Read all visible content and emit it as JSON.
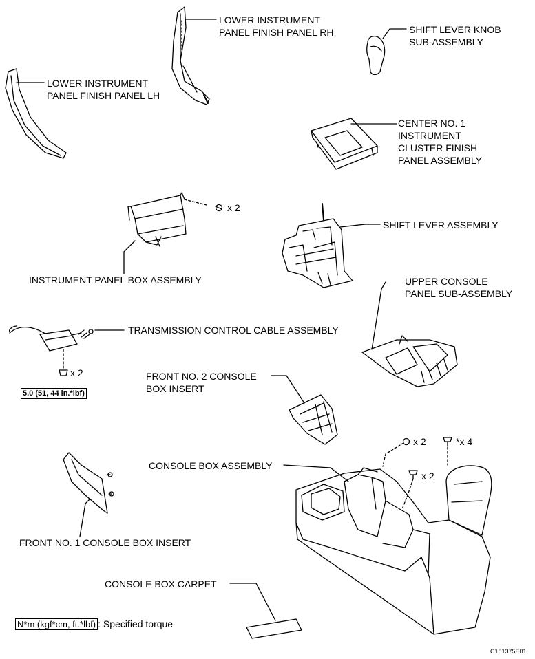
{
  "labels": {
    "lower_rh": [
      "LOWER INSTRUMENT",
      "PANEL FINISH PANEL RH"
    ],
    "knob": [
      "SHIFT LEVER KNOB",
      "SUB-ASSEMBLY"
    ],
    "lower_lh": [
      "LOWER INSTRUMENT",
      "PANEL FINISH PANEL LH"
    ],
    "center_panel": [
      "CENTER NO. 1",
      "INSTRUMENT",
      "CLUSTER FINISH",
      "PANEL ASSEMBLY"
    ],
    "shift_lever": "SHIFT LEVER ASSEMBLY",
    "box": "INSTRUMENT PANEL BOX ASSEMBLY",
    "upper_console": [
      "UPPER CONSOLE",
      "PANEL SUB-ASSEMBLY"
    ],
    "cable": "TRANSMISSION CONTROL CABLE ASSEMBLY",
    "front2": [
      "FRONT NO. 2 CONSOLE",
      "BOX INSERT"
    ],
    "console_box": "CONSOLE BOX ASSEMBLY",
    "front1": "FRONT NO. 1 CONSOLE BOX INSERT",
    "carpet": "CONSOLE BOX CARPET"
  },
  "quantities": {
    "box_screws": "x 2",
    "cable_nuts": "x 2",
    "console_clips": "x 2",
    "console_screws": "*x 4",
    "console_bolts": "x 2"
  },
  "torque_value": "5.0 (51, 44 in.*lbf)",
  "legend": {
    "symbol": "N*m (kgf*cm, ft.*lbf)",
    "text": ": Specified torque"
  },
  "figure_code": "C181375E01"
}
